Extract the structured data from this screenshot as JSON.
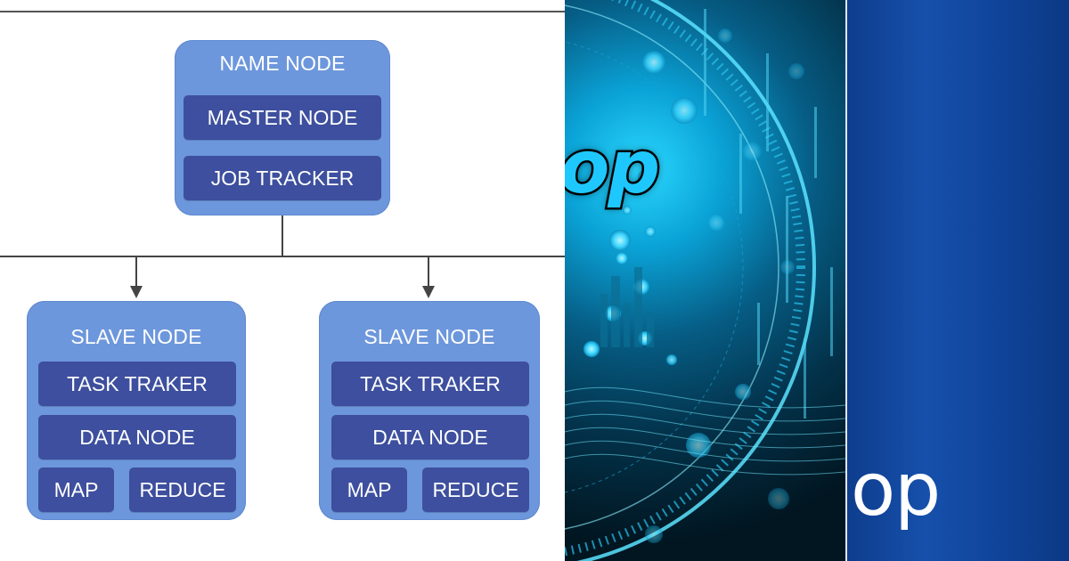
{
  "diagram": {
    "master": {
      "title": "NAME NODE",
      "items": [
        "MASTER NODE",
        "JOB TRACKER"
      ]
    },
    "slaves": [
      {
        "title": "SLAVE NODE",
        "items": [
          "TASK TRAKER",
          "DATA NODE"
        ],
        "split": [
          "MAP",
          "REDUCE"
        ]
      },
      {
        "title": "SLAVE NODE",
        "items": [
          "TASK TRAKER",
          "DATA NODE"
        ],
        "split": [
          "MAP",
          "REDUCE"
        ]
      }
    ]
  },
  "middle_panel": {
    "logo_fragment": "op"
  },
  "right_panel": {
    "logo_fragment": "op"
  },
  "colors": {
    "outer_box": "#6d97dc",
    "inner_box": "#3d4f9e",
    "connector": "#444444",
    "cyan": "#1ec8ff",
    "navy": "#0e3d8d"
  }
}
